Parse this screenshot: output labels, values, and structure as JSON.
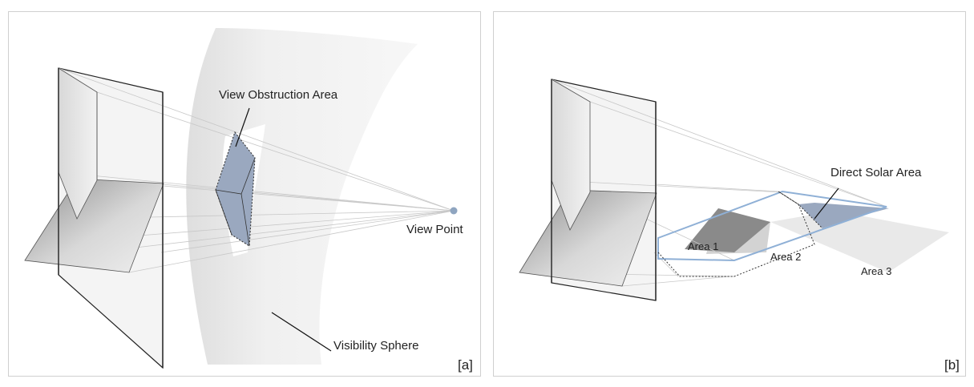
{
  "panel_a": {
    "tag": "[a]",
    "labels": {
      "view_obstruction_area": "View Obstruction Area",
      "view_point": "View Point",
      "visibility_sphere": "Visibility Sphere"
    }
  },
  "panel_b": {
    "tag": "[b]",
    "labels": {
      "direct_solar_area": "Direct Solar Area",
      "area_1": "Area 1",
      "area_2": "Area 2",
      "area_3": "Area 3"
    }
  },
  "colors": {
    "obstruction_fill": "#9aa8bf",
    "solar_outline": "#8fb0d6",
    "projection_lines": "#c8c8c8",
    "dark_area": "#8a8a8a"
  }
}
